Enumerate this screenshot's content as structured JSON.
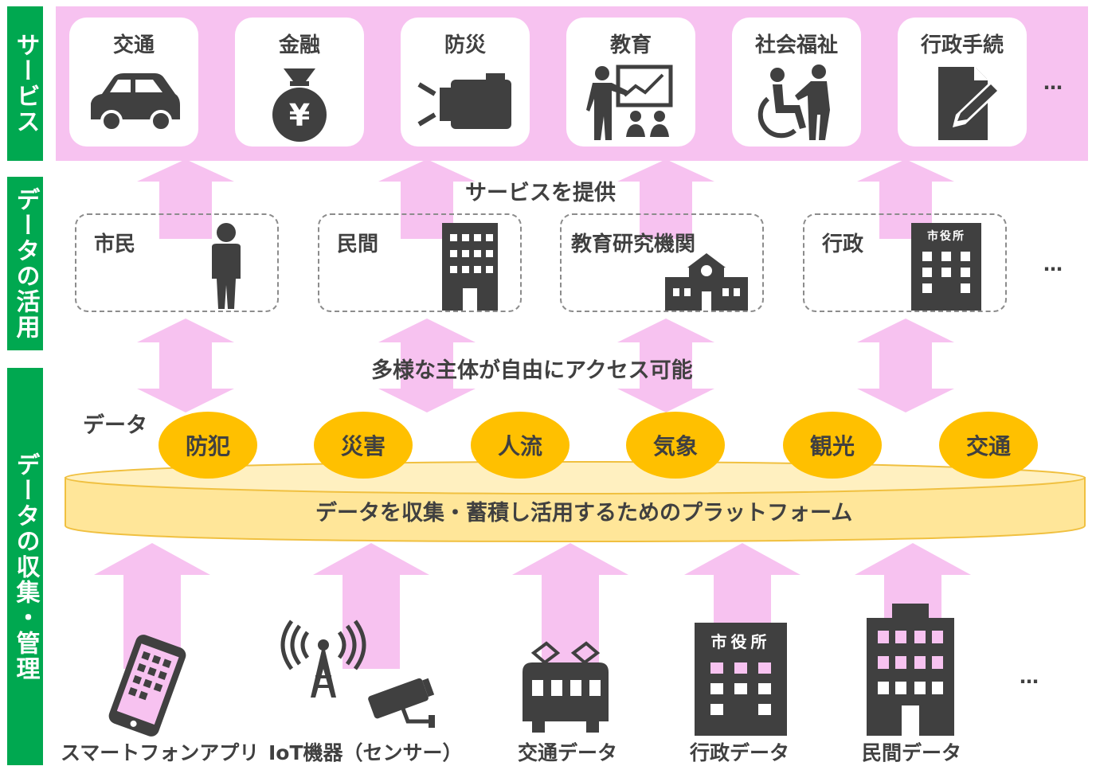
{
  "sidebar": {
    "services": "サービス",
    "utilization": "データの活用",
    "collection": "データの収集・管理"
  },
  "services": [
    {
      "label": "交通",
      "icon": "car-icon"
    },
    {
      "label": "金融",
      "icon": "yen-bag-icon"
    },
    {
      "label": "防災",
      "icon": "siren-icon"
    },
    {
      "label": "教育",
      "icon": "teacher-icon"
    },
    {
      "label": "社会福祉",
      "icon": "wheelchair-icon"
    },
    {
      "label": "行政手続",
      "icon": "document-pen-icon"
    }
  ],
  "more": "…",
  "provide_service": "サービスを提供",
  "actors": [
    {
      "label": "市民",
      "icon": "person-icon"
    },
    {
      "label": "民間",
      "icon": "office-building-icon"
    },
    {
      "label": "教育研究機関",
      "icon": "school-icon"
    },
    {
      "label": "行政",
      "icon": "city-hall-icon",
      "sign": "市役所"
    }
  ],
  "access_text": "多様な主体が自由にアクセス可能",
  "data_label": "データ",
  "data_items": [
    "防犯",
    "災害",
    "人流",
    "気象",
    "観光",
    "交通"
  ],
  "platform_text": "データを収集・蓄積し活用するためのプラットフォーム",
  "sources": [
    {
      "label": "スマートフォンアプリ",
      "icon": "smartphone-icon"
    },
    {
      "label": "IoT機器（センサー）",
      "icon": "sensor-icon"
    },
    {
      "label": "交通データ",
      "icon": "train-icon"
    },
    {
      "label": "行政データ",
      "icon": "city-hall-icon",
      "sign": "市役所"
    },
    {
      "label": "民間データ",
      "icon": "office-building-icon"
    }
  ],
  "colors": {
    "green": "#00a850",
    "pink": "#f7c2f0",
    "arrow_pink": "#f7c2f0",
    "orange": "#ffc000",
    "platform": "#ffe699",
    "icon": "#404040"
  }
}
